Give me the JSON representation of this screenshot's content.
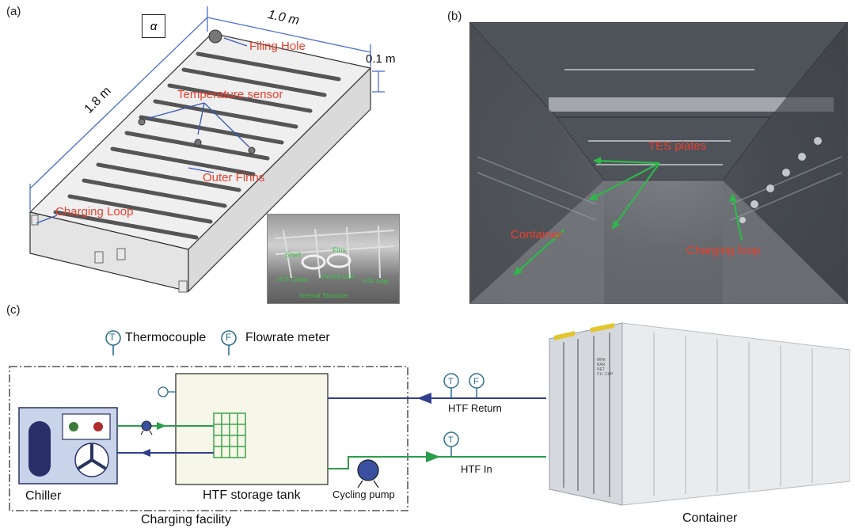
{
  "panels": {
    "a": "(a)",
    "b": "(b)",
    "c": "(c)"
  },
  "panel_a": {
    "alpha": "α",
    "width_dim": "1.0 m",
    "length_dim": "1.8 m",
    "height_dim": "0.1 m",
    "filling_hole": "Filing Hole",
    "temperature_sensor": "Temperature sensor",
    "outer_finns": "Outer Finns",
    "charging_loop": "Charging Loop",
    "inset": {
      "shell": "Shell",
      "fins": "Fins",
      "htf_outlet": "HTF Outlet",
      "finned_tube": "Finned tube",
      "htf_inlet": "HTF Inlet",
      "internal": "Internal Structure"
    }
  },
  "panel_b": {
    "tes_plates": "TES plates",
    "container": "Container",
    "charging_loop": "Charging loop"
  },
  "panel_c": {
    "legend_t_symbol": "T",
    "legend_thermocouple": "Thermocouple",
    "legend_f_symbol": "F",
    "legend_flowrate": "Flowrate meter",
    "chiller": "Chiller",
    "tank": "HTF storage tank",
    "cycling_pump": "Cycling pump",
    "charging_facility": "Charging facility",
    "htf_return": "HTF Return",
    "htf_in": "HTF In",
    "container": "Container",
    "container_marking": "MRK\nBAR\nNET\nCU. CAP"
  },
  "colors": {
    "label_red": "#e8402f",
    "arrow_green": "#2a9d4a",
    "pipe_blue": "#2f3f8f",
    "sensor_teal": "#2f6f8f",
    "tank_fill": "#f7f7e9",
    "chiller_fill": "#c9d3ea"
  }
}
